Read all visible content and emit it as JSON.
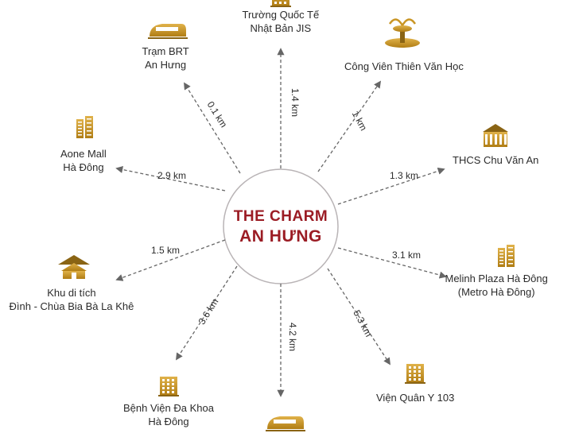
{
  "center": {
    "line1": "THE CHARM",
    "line2": "AN HƯNG"
  },
  "colors": {
    "title": "#9b1c24",
    "circle": "#b9b4b6",
    "arrow": "#666666",
    "icon_gold": "#c99524",
    "icon_dark": "#8a6414"
  },
  "destinations": [
    {
      "id": "jis",
      "icon": "building-icon",
      "line1": "Trường Quốc Tế",
      "line2": "Nhật Bản JIS",
      "distance": "1.4 km"
    },
    {
      "id": "park",
      "icon": "fountain-icon",
      "line1": "Công Viên Thiên Văn Học",
      "line2": "",
      "distance": "1 km"
    },
    {
      "id": "school",
      "icon": "school-icon",
      "line1": "THCS Chu Văn An",
      "line2": "",
      "distance": "1.3 km"
    },
    {
      "id": "melinh",
      "icon": "tower-icon",
      "line1": "Melinh Plaza Hà Đông",
      "line2": "(Metro Hà Đông)",
      "distance": "3.1 km"
    },
    {
      "id": "vien103",
      "icon": "building-icon",
      "line1": "Viện Quân Y 103",
      "line2": "",
      "distance": "5.3 km"
    },
    {
      "id": "bottom",
      "icon": "train-icon",
      "line1": "",
      "line2": "",
      "distance": "4.2 km"
    },
    {
      "id": "hospital",
      "icon": "building-icon",
      "line1": "Bệnh Viện Đa Khoa",
      "line2": "Hà Đông",
      "distance": "3.6 km"
    },
    {
      "id": "temple",
      "icon": "temple-icon",
      "line1": "Khu di tích",
      "line2": "Đình - Chùa Bia Bà La Khê",
      "distance": "1.5 km"
    },
    {
      "id": "aone",
      "icon": "tower-icon",
      "line1": "Aone Mall",
      "line2": "Hà Đông",
      "distance": "2.9 km"
    },
    {
      "id": "brt",
      "icon": "train-icon",
      "line1": "Trạm BRT",
      "line2": "An Hưng",
      "distance": "0.1 km"
    }
  ]
}
